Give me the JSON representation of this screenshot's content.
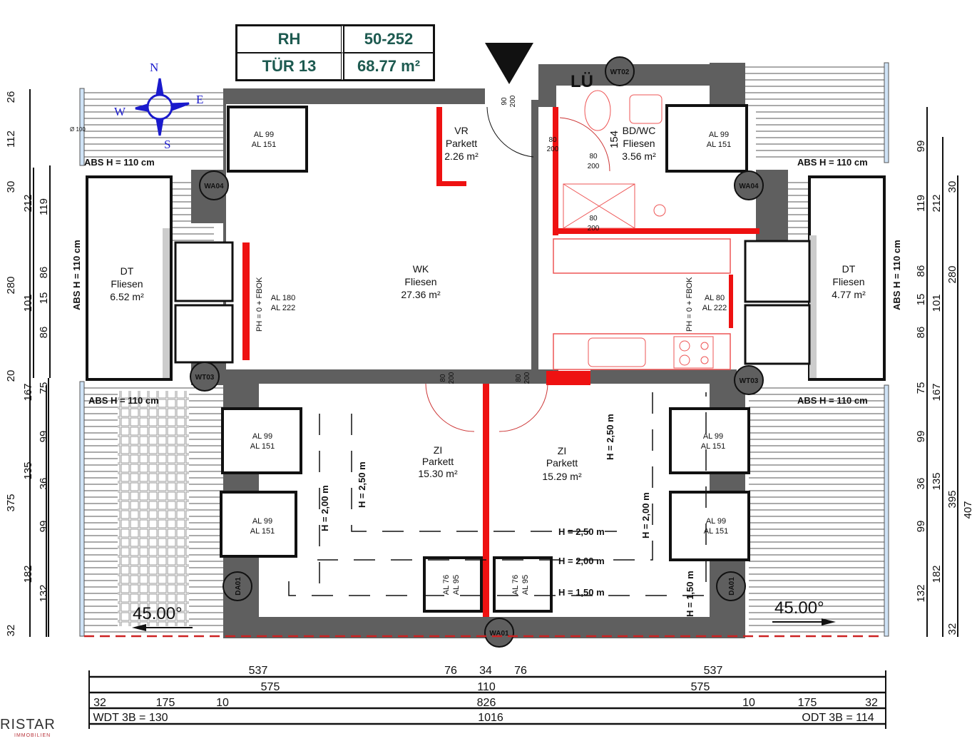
{
  "header_table": {
    "rows": [
      {
        "left": "RH",
        "right": "50-252"
      },
      {
        "left": "TÜR 13",
        "right": "68.77 m²"
      }
    ]
  },
  "compass": {
    "n": "N",
    "e": "E",
    "s": "S",
    "w": "W"
  },
  "rooms": {
    "vr": {
      "code": "VR",
      "floor": "Parkett",
      "area": "2.26 m²"
    },
    "bdwc": {
      "code": "BD/WC",
      "floor": "Fliesen",
      "area": "3.56 m²"
    },
    "wk": {
      "code": "WK",
      "floor": "Fliesen",
      "area": "27.36 m²"
    },
    "dt_left": {
      "code": "DT",
      "floor": "Fliesen",
      "area": "6.52 m²"
    },
    "dt_right": {
      "code": "DT",
      "floor": "Fliesen",
      "area": "4.77 m²"
    },
    "zi_left": {
      "code": "ZI",
      "floor": "Parkett",
      "area": "15.30 m²"
    },
    "zi_right": {
      "code": "ZI",
      "floor": "Parkett",
      "area": "15.29 m²"
    }
  },
  "labels": {
    "abs_h": "ABS H = 110 cm",
    "lu": "LÜ",
    "diam": "Ø 100",
    "ph_fbok": "PH = 0 + FBOK",
    "slope_left": "45.00°",
    "slope_right": "45.00°",
    "h250": "H = 2,50 m",
    "h200": "H = 2,00 m",
    "h150": "H = 1,50 m",
    "dim_154": "154"
  },
  "wall_tags": [
    "WT02",
    "WA04",
    "WA04",
    "WT03",
    "WT03",
    "DA01",
    "DA01",
    "WA01"
  ],
  "windows": {
    "skylight": {
      "top": "AL 99",
      "bottom": "AL 151"
    },
    "dormer_left": {
      "top": "AL 180",
      "bottom": "AL 222"
    },
    "dormer_right": {
      "top": "AL 80",
      "bottom": "AL 222"
    },
    "small": {
      "top": "AL 76",
      "bottom": "AL 95"
    }
  },
  "doors": {
    "entry": {
      "w": "90",
      "h": "200"
    },
    "interior": {
      "w": "80",
      "h": "200"
    }
  },
  "dims_left": {
    "col1": [
      "26",
      "112",
      "30",
      "280",
      "20",
      "375",
      "32"
    ],
    "col2": [
      "212",
      "101",
      "167",
      "135",
      "182"
    ],
    "col3": [
      "119",
      "86",
      "15",
      "86",
      "75",
      "99",
      "36",
      "99",
      "132"
    ]
  },
  "dims_right": {
    "col1": [
      "99",
      "119",
      "86",
      "15",
      "86",
      "75",
      "99",
      "36",
      "99",
      "132"
    ],
    "col2": [
      "212",
      "101",
      "167",
      "135",
      "395",
      "182"
    ],
    "col3": [
      "30",
      "280",
      "407",
      "32"
    ]
  },
  "dims_bottom": {
    "row1": [
      "537",
      "76",
      "34",
      "76",
      "537"
    ],
    "row2": [
      "575",
      "110",
      "575"
    ],
    "row3": [
      "32",
      "175",
      "10",
      "826",
      "10",
      "175",
      "32"
    ],
    "row4": [
      "WDT 3B = 130",
      "1016",
      "ODT 3B = 114"
    ]
  },
  "logo": {
    "main": "RISTAR",
    "sub": "IMMOBILIEN"
  }
}
